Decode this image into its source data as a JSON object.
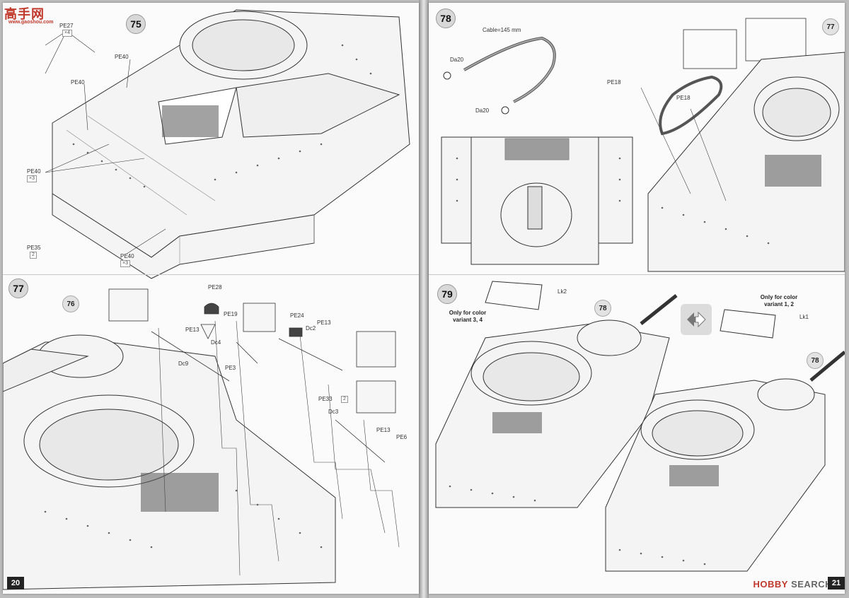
{
  "watermark": {
    "site": "高手网",
    "url": "www.gaoshou.com"
  },
  "hobby_search": {
    "prefix": "HOBBY",
    "suffix": "SEARCH"
  },
  "left_page": {
    "page_number": "20",
    "step75": {
      "number": "75",
      "labels": [
        "PE27",
        "PE40",
        "PE40",
        "PE40",
        "PE35",
        "PE40"
      ],
      "qty": [
        "×4",
        "×3",
        "2",
        "×3"
      ]
    },
    "step77": {
      "number": "77",
      "ref": "76",
      "labels": [
        "PE28",
        "PE19",
        "PE24",
        "PE13",
        "Dc2",
        "PE13",
        "Dc4",
        "Dc9",
        "PE3",
        "PE33",
        "Dc3",
        "PE13",
        "PE6"
      ],
      "qty": [
        "2"
      ]
    }
  },
  "right_page": {
    "page_number": "21",
    "step78": {
      "number": "78",
      "ref": "77",
      "cable": "Cable=145 mm",
      "labels": [
        "Da20",
        "Da20",
        "PE18",
        "PE18"
      ]
    },
    "step79": {
      "number": "79",
      "ref_a": "78",
      "ref_b": "78",
      "variant_a": "Only for color variant 3, 4",
      "variant_b": "Only for color variant 1, 2",
      "lk_a": "Lk2",
      "lk_b": "Lk1"
    }
  },
  "colors": {
    "accent": "#c0392b",
    "line": "#333333",
    "panel": "#f3f3f3"
  }
}
